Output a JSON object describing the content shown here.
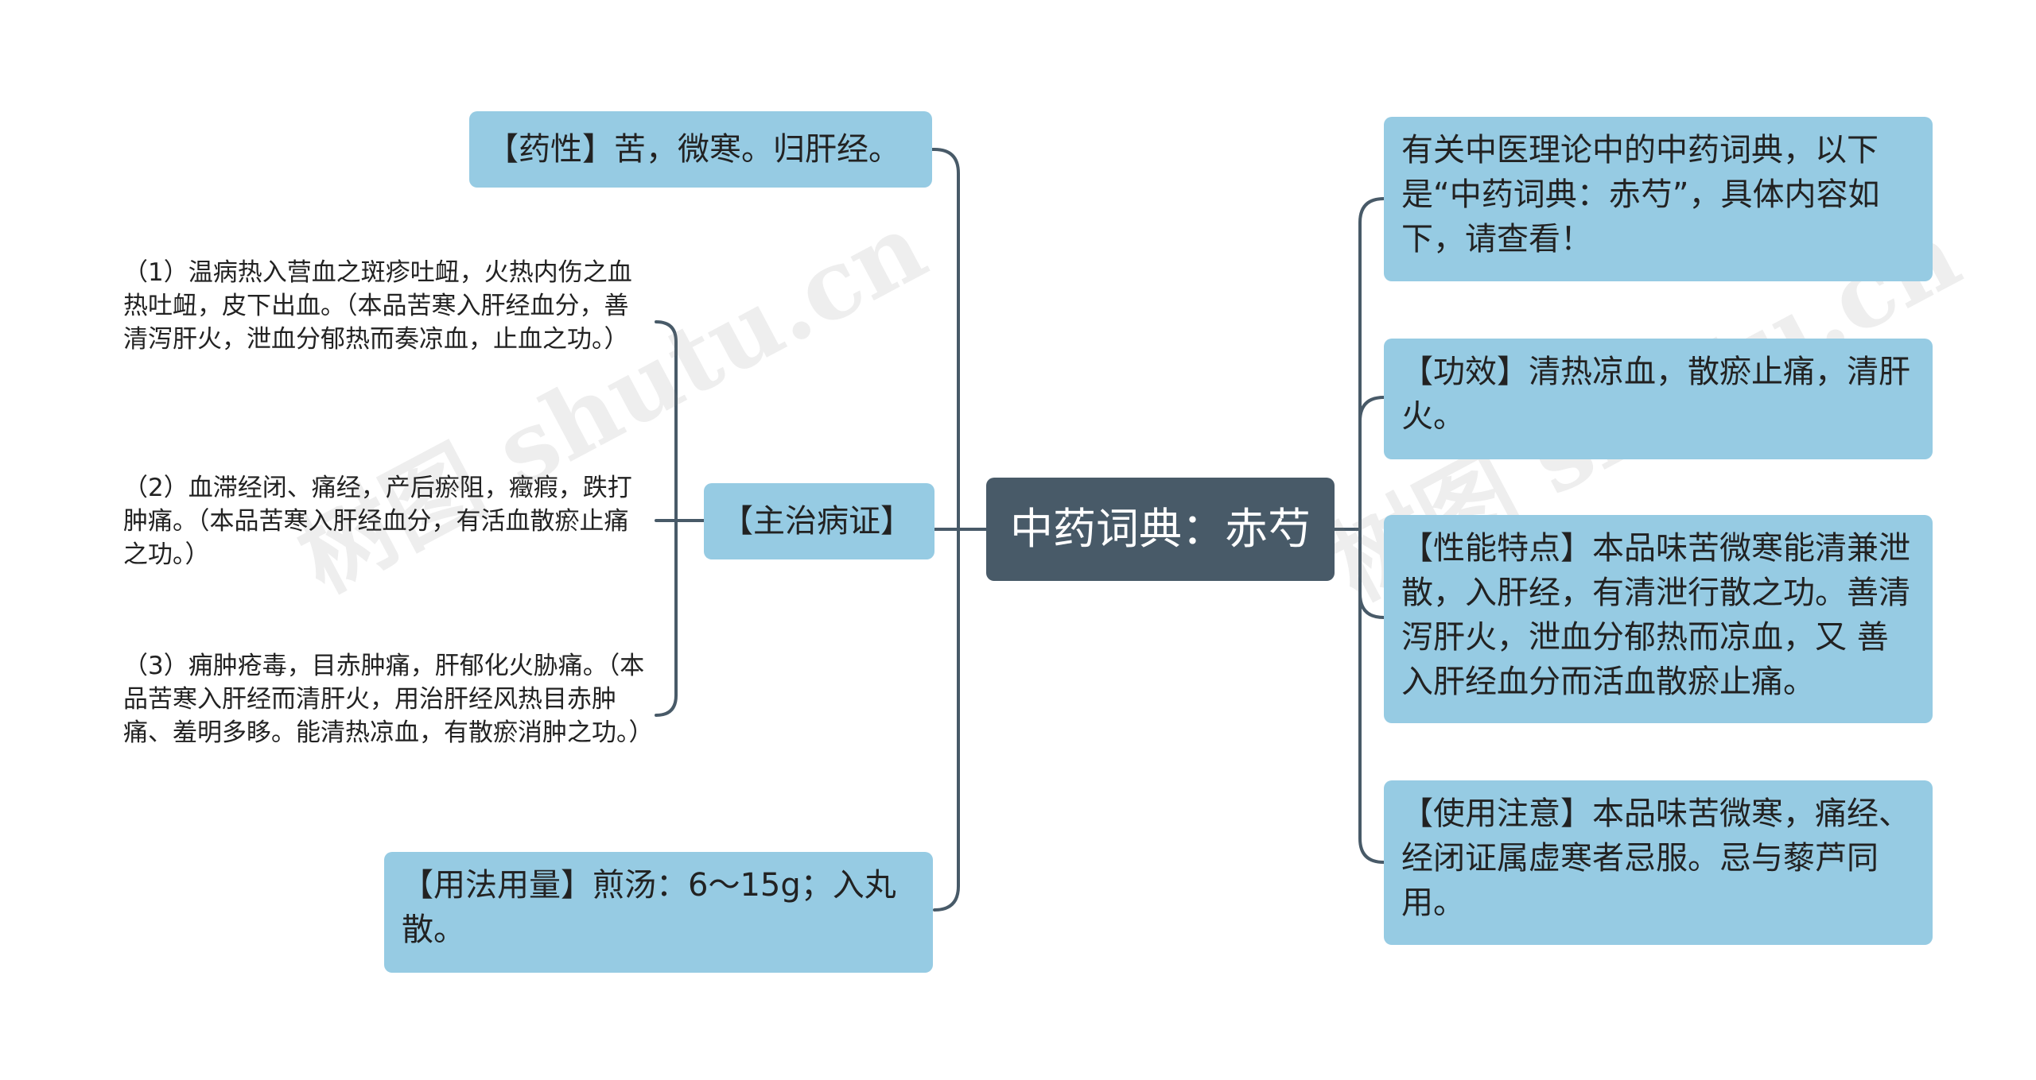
{
  "colors": {
    "center_bg": "#485a68",
    "center_text": "#ffffff",
    "node_bg": "#96cbe3",
    "connector": "#485a68",
    "text": "#222222"
  },
  "center": {
    "label": "中药词典：赤芍"
  },
  "left": {
    "yaoxing": "【药性】苦，微寒。归肝经。",
    "zhuzhi": {
      "label": "【主治病证】",
      "items": [
        "（1）温病热入营血之斑疹吐衄，火热内伤之血热吐衄，皮下出血。（本品苦寒入肝经血分，善清泻肝火，泄血分郁热而奏凉血，止血之功。）",
        "（2）血滞经闭、痛经，产后瘀阻，癥瘕，跌打肿痛。（本品苦寒入肝经血分，有活血散瘀止痛之功。）",
        "（3）痈肿疮毒，目赤肿痛，肝郁化火胁痛。（本品苦寒入肝经而清肝火，用治肝经风热目赤肿痛、羞明多眵。能清热凉血，有散瘀消肿之功。）"
      ]
    },
    "yongfa": "【用法用量】煎汤：6～15g；入丸散。"
  },
  "right": {
    "intro": "有关中医理论中的中药词典，以下是“中药词典：赤芍”，具体内容如下，请查看！",
    "gongxiao": "【功效】清热凉血，散瘀止痛，清肝火。",
    "xingneng": "【性能特点】本品味苦微寒能清兼泄散，入肝经，有清泄行散之功。善清泻肝火，泄血分郁热而凉血，又 善入肝经血分而活血散瘀止痛。",
    "zhuyi": "【使用注意】本品味苦微寒，痛经、经闭证属虚寒者忌服。忌与藜芦同用。"
  },
  "watermark": "树图 shutu.cn"
}
